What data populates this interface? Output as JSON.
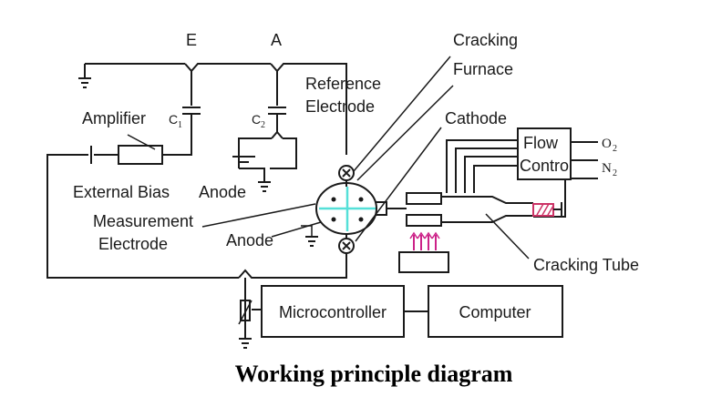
{
  "labels": {
    "E": "E",
    "A": "A",
    "cracking": "Cracking",
    "furnace": "Furnace",
    "reference": "Reference",
    "electrode_ref": "Electrode",
    "amplifier": "Amplifier",
    "c1": "C",
    "c1_sub": "1",
    "c2": "C",
    "c2_sub": "2",
    "cathode": "Cathode",
    "flow": "Flow",
    "control": "Control",
    "o2": "O",
    "o2_sub": "2",
    "n2": "N",
    "n2_sub": "2",
    "external_bias": "External Bias",
    "anode_top": "Anode",
    "measurement": "Measurement",
    "electrode_meas": "Electrode",
    "anode_bottom": "Anode",
    "cracking_tube": "Cracking Tube",
    "microcontroller": "Microcontroller",
    "computer": "Computer"
  },
  "caption": "Working principle diagram",
  "colors": {
    "ink": "#1a1a1a",
    "beam": "#55e0d8",
    "heat": "#cc2288",
    "coil": "#cc3366"
  }
}
